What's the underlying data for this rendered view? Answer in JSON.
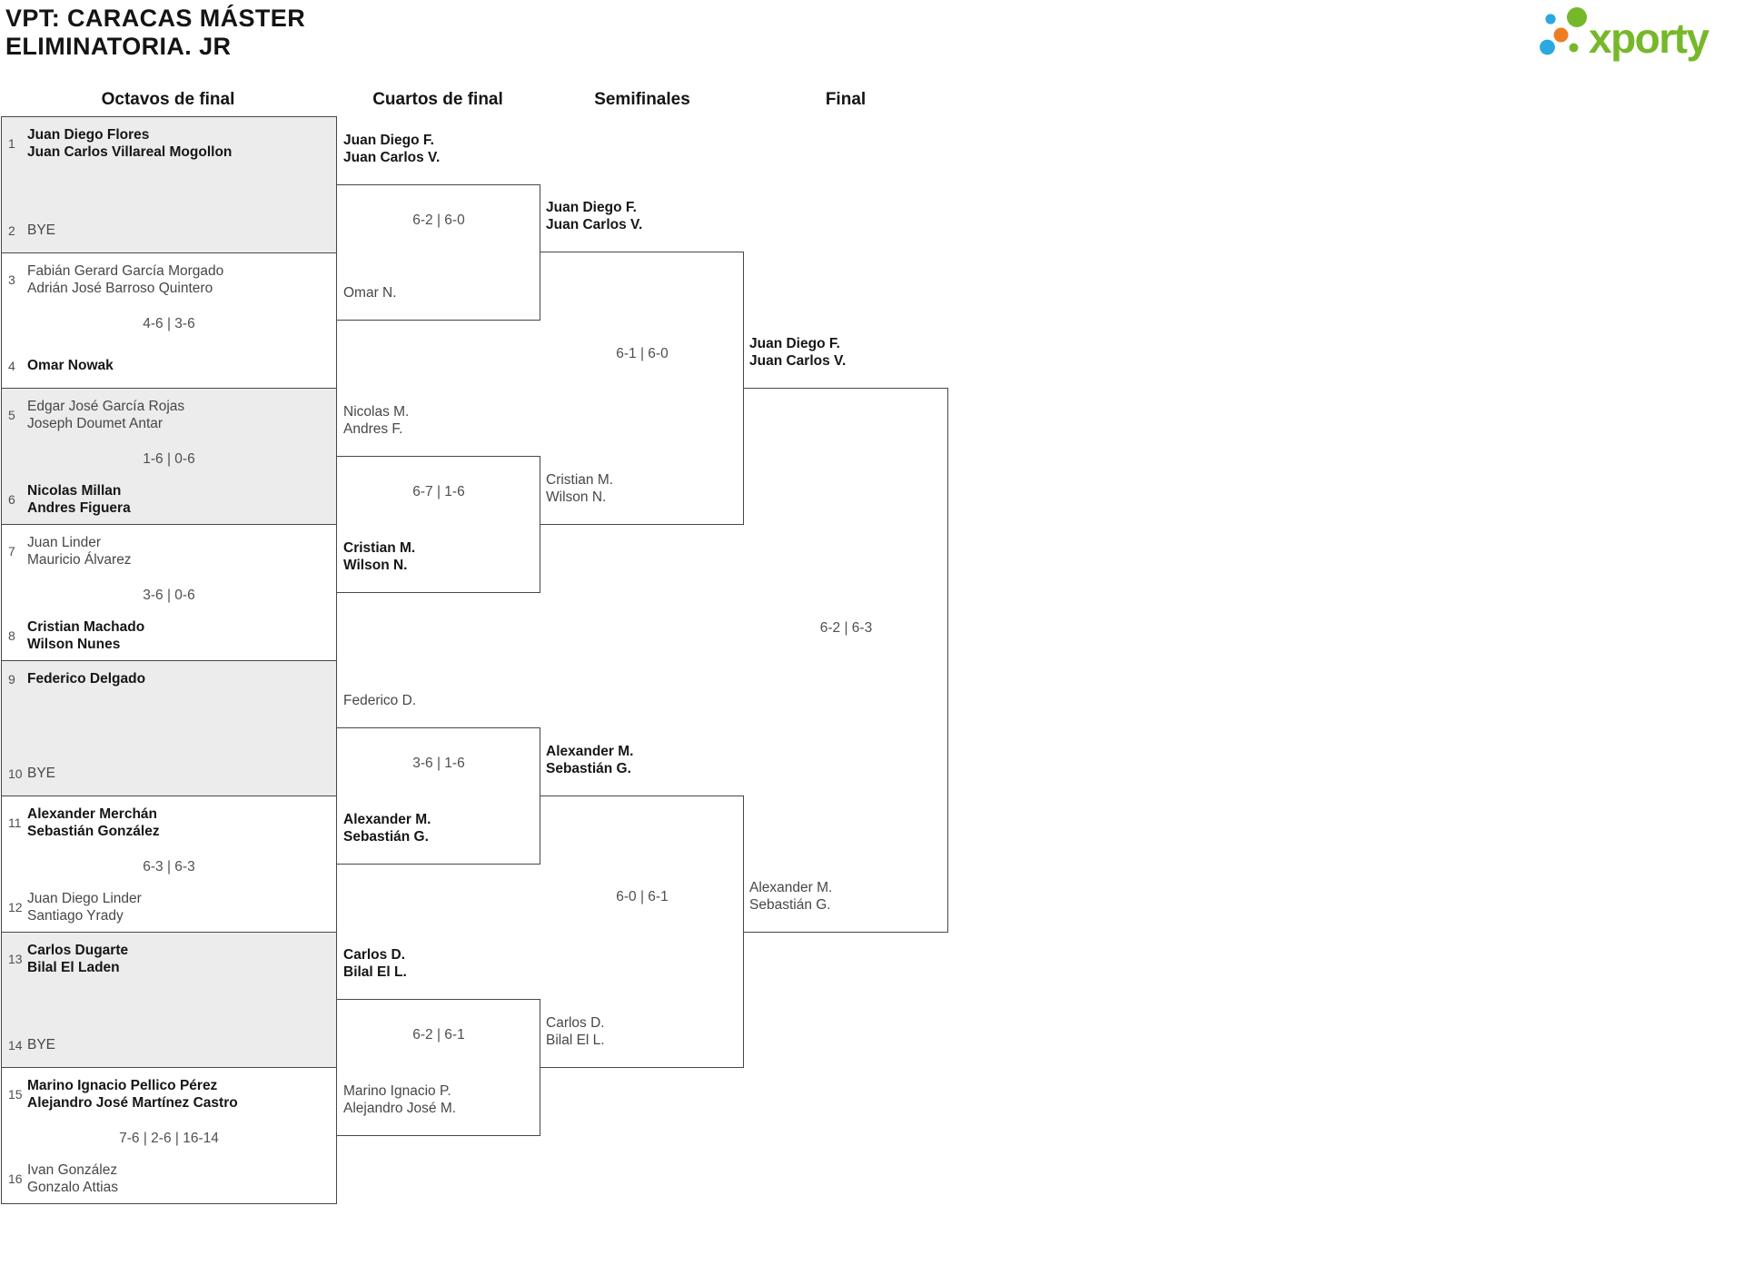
{
  "page": {
    "title_line1": "VPT: CARACAS MÁSTER",
    "title_line2": "ELIMINATORIA. JR"
  },
  "logo": {
    "brand": "xporty",
    "colors": {
      "green": "#76b82a",
      "blue": "#2aa9e0",
      "orange": "#ee7d22"
    }
  },
  "columns": [
    "Octavos de final",
    "Cuartos de final",
    "Semifinales",
    "Final"
  ],
  "octavos": [
    {
      "top_seed": "1",
      "top1": "Juan Diego Flores",
      "top2": "Juan Carlos Villareal Mogollon",
      "bot_seed": "2",
      "bot1": "BYE"
    },
    {
      "top_seed": "3",
      "top1": "Fabián Gerard García Morgado",
      "top2": "Adrián José Barroso Quintero",
      "bot_seed": "4",
      "bot1": "Omar Nowak",
      "score": "4-6 | 3-6"
    },
    {
      "top_seed": "5",
      "top1": "Edgar José García Rojas",
      "top2": "Joseph Doumet Antar",
      "bot_seed": "6",
      "bot1": "Nicolas Millan",
      "bot2": "Andres Figuera",
      "score": "1-6 | 0-6"
    },
    {
      "top_seed": "7",
      "top1": "Juan Linder",
      "top2": "Mauricio Álvarez",
      "bot_seed": "8",
      "bot1": "Cristian Machado",
      "bot2": "Wilson Nunes",
      "score": "3-6 | 0-6"
    },
    {
      "top_seed": "9",
      "top1": "Federico Delgado",
      "bot_seed": "10",
      "bot1": "BYE"
    },
    {
      "top_seed": "11",
      "top1": "Alexander Merchán",
      "top2": "Sebastián González",
      "bot_seed": "12",
      "bot1": "Juan Diego Linder",
      "bot2": "Santiago Yrady",
      "score": "6-3 | 6-3"
    },
    {
      "top_seed": "13",
      "top1": "Carlos Dugarte",
      "top2": "Bilal El Laden",
      "bot_seed": "14",
      "bot1": "BYE"
    },
    {
      "top_seed": "15",
      "top1": "Marino Ignacio Pellico Pérez",
      "top2": "Alejandro José Martínez Castro",
      "bot_seed": "16",
      "bot1": "Ivan González",
      "bot2": "Gonzalo Attias",
      "score": "7-6 | 2-6 | 16-14"
    }
  ],
  "cuartos": [
    {
      "top1": "Juan Diego F.",
      "top2": "Juan Carlos V.",
      "bot1": "Omar N.",
      "score": "6-2 | 6-0"
    },
    {
      "top1": "Nicolas M.",
      "top2": "Andres F.",
      "bot1": "Cristian M.",
      "bot2": "Wilson N.",
      "score": "6-7 | 1-6"
    },
    {
      "top1": "Federico D.",
      "bot1": "Alexander M.",
      "bot2": "Sebastián G.",
      "score": "3-6 | 1-6"
    },
    {
      "top1": "Carlos D.",
      "top2": "Bilal El L.",
      "bot1": "Marino Ignacio P.",
      "bot2": "Alejandro José M.",
      "score": "6-2 | 6-1"
    }
  ],
  "semis": [
    {
      "top1": "Juan Diego F.",
      "top2": "Juan Carlos V.",
      "bot1": "Cristian M.",
      "bot2": "Wilson N.",
      "score": "6-1 | 6-0"
    },
    {
      "top1": "Alexander M.",
      "top2": "Sebastián G.",
      "bot1": "Carlos D.",
      "bot2": "Bilal El L.",
      "score": "6-0 | 6-1"
    }
  ],
  "final": {
    "top1": "Juan Diego F.",
    "top2": "Juan Carlos V.",
    "bot1": "Alexander M.",
    "bot2": "Sebastián G.",
    "score": "6-2 | 6-3"
  }
}
